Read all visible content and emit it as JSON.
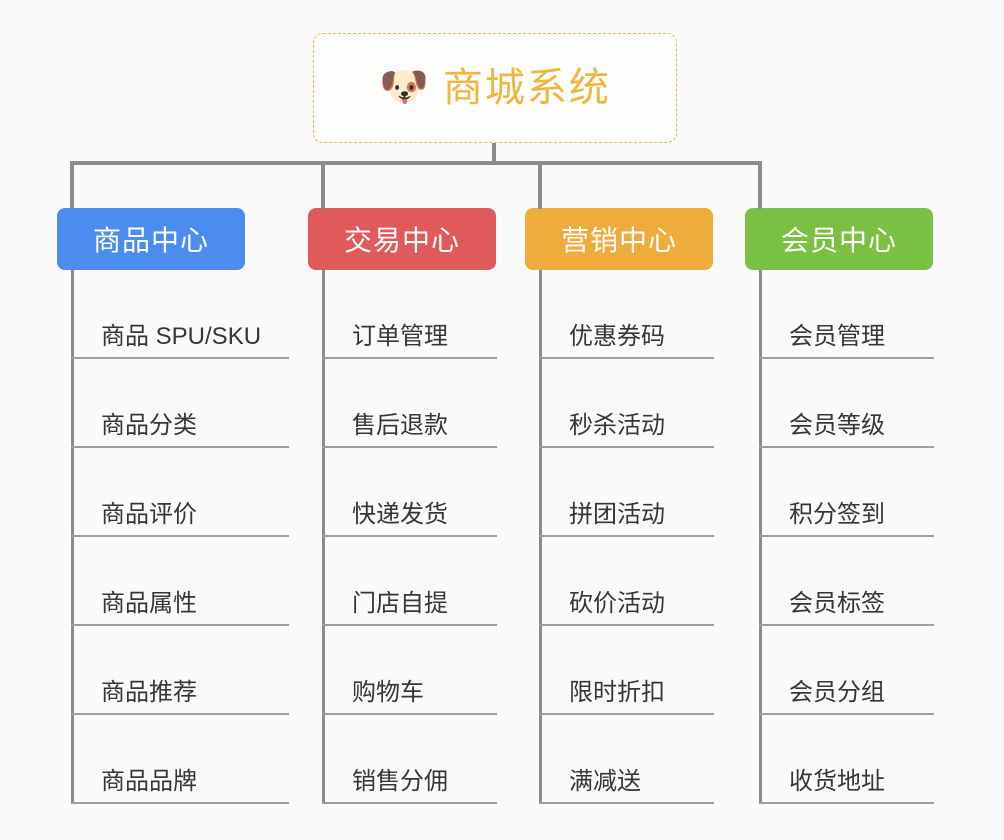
{
  "background_color": "#fafafa",
  "root": {
    "icon": "dog-face-emoji",
    "emoji": "🐶",
    "title": "商城系统",
    "border_color": "#eab64a",
    "text_color": "#f0b63e"
  },
  "connector_color": "#8c8c8c",
  "branches": [
    {
      "id": "product-center",
      "label": "商品中心",
      "color": "#4a8cf0",
      "items": [
        "商品 SPU/SKU",
        "商品分类",
        "商品评价",
        "商品属性",
        "商品推荐",
        "商品品牌"
      ]
    },
    {
      "id": "trade-center",
      "label": "交易中心",
      "color": "#e05a5a",
      "items": [
        "订单管理",
        "售后退款",
        "快递发货",
        "门店自提",
        "购物车",
        "销售分佣"
      ]
    },
    {
      "id": "marketing-center",
      "label": "营销中心",
      "color": "#eeac3d",
      "items": [
        "优惠券码",
        "秒杀活动",
        "拼团活动",
        "砍价活动",
        "限时折扣",
        "满减送"
      ]
    },
    {
      "id": "member-center",
      "label": "会员中心",
      "color": "#7ac143",
      "items": [
        "会员管理",
        "会员等级",
        "积分签到",
        "会员标签",
        "会员分组",
        "收货地址"
      ]
    }
  ]
}
